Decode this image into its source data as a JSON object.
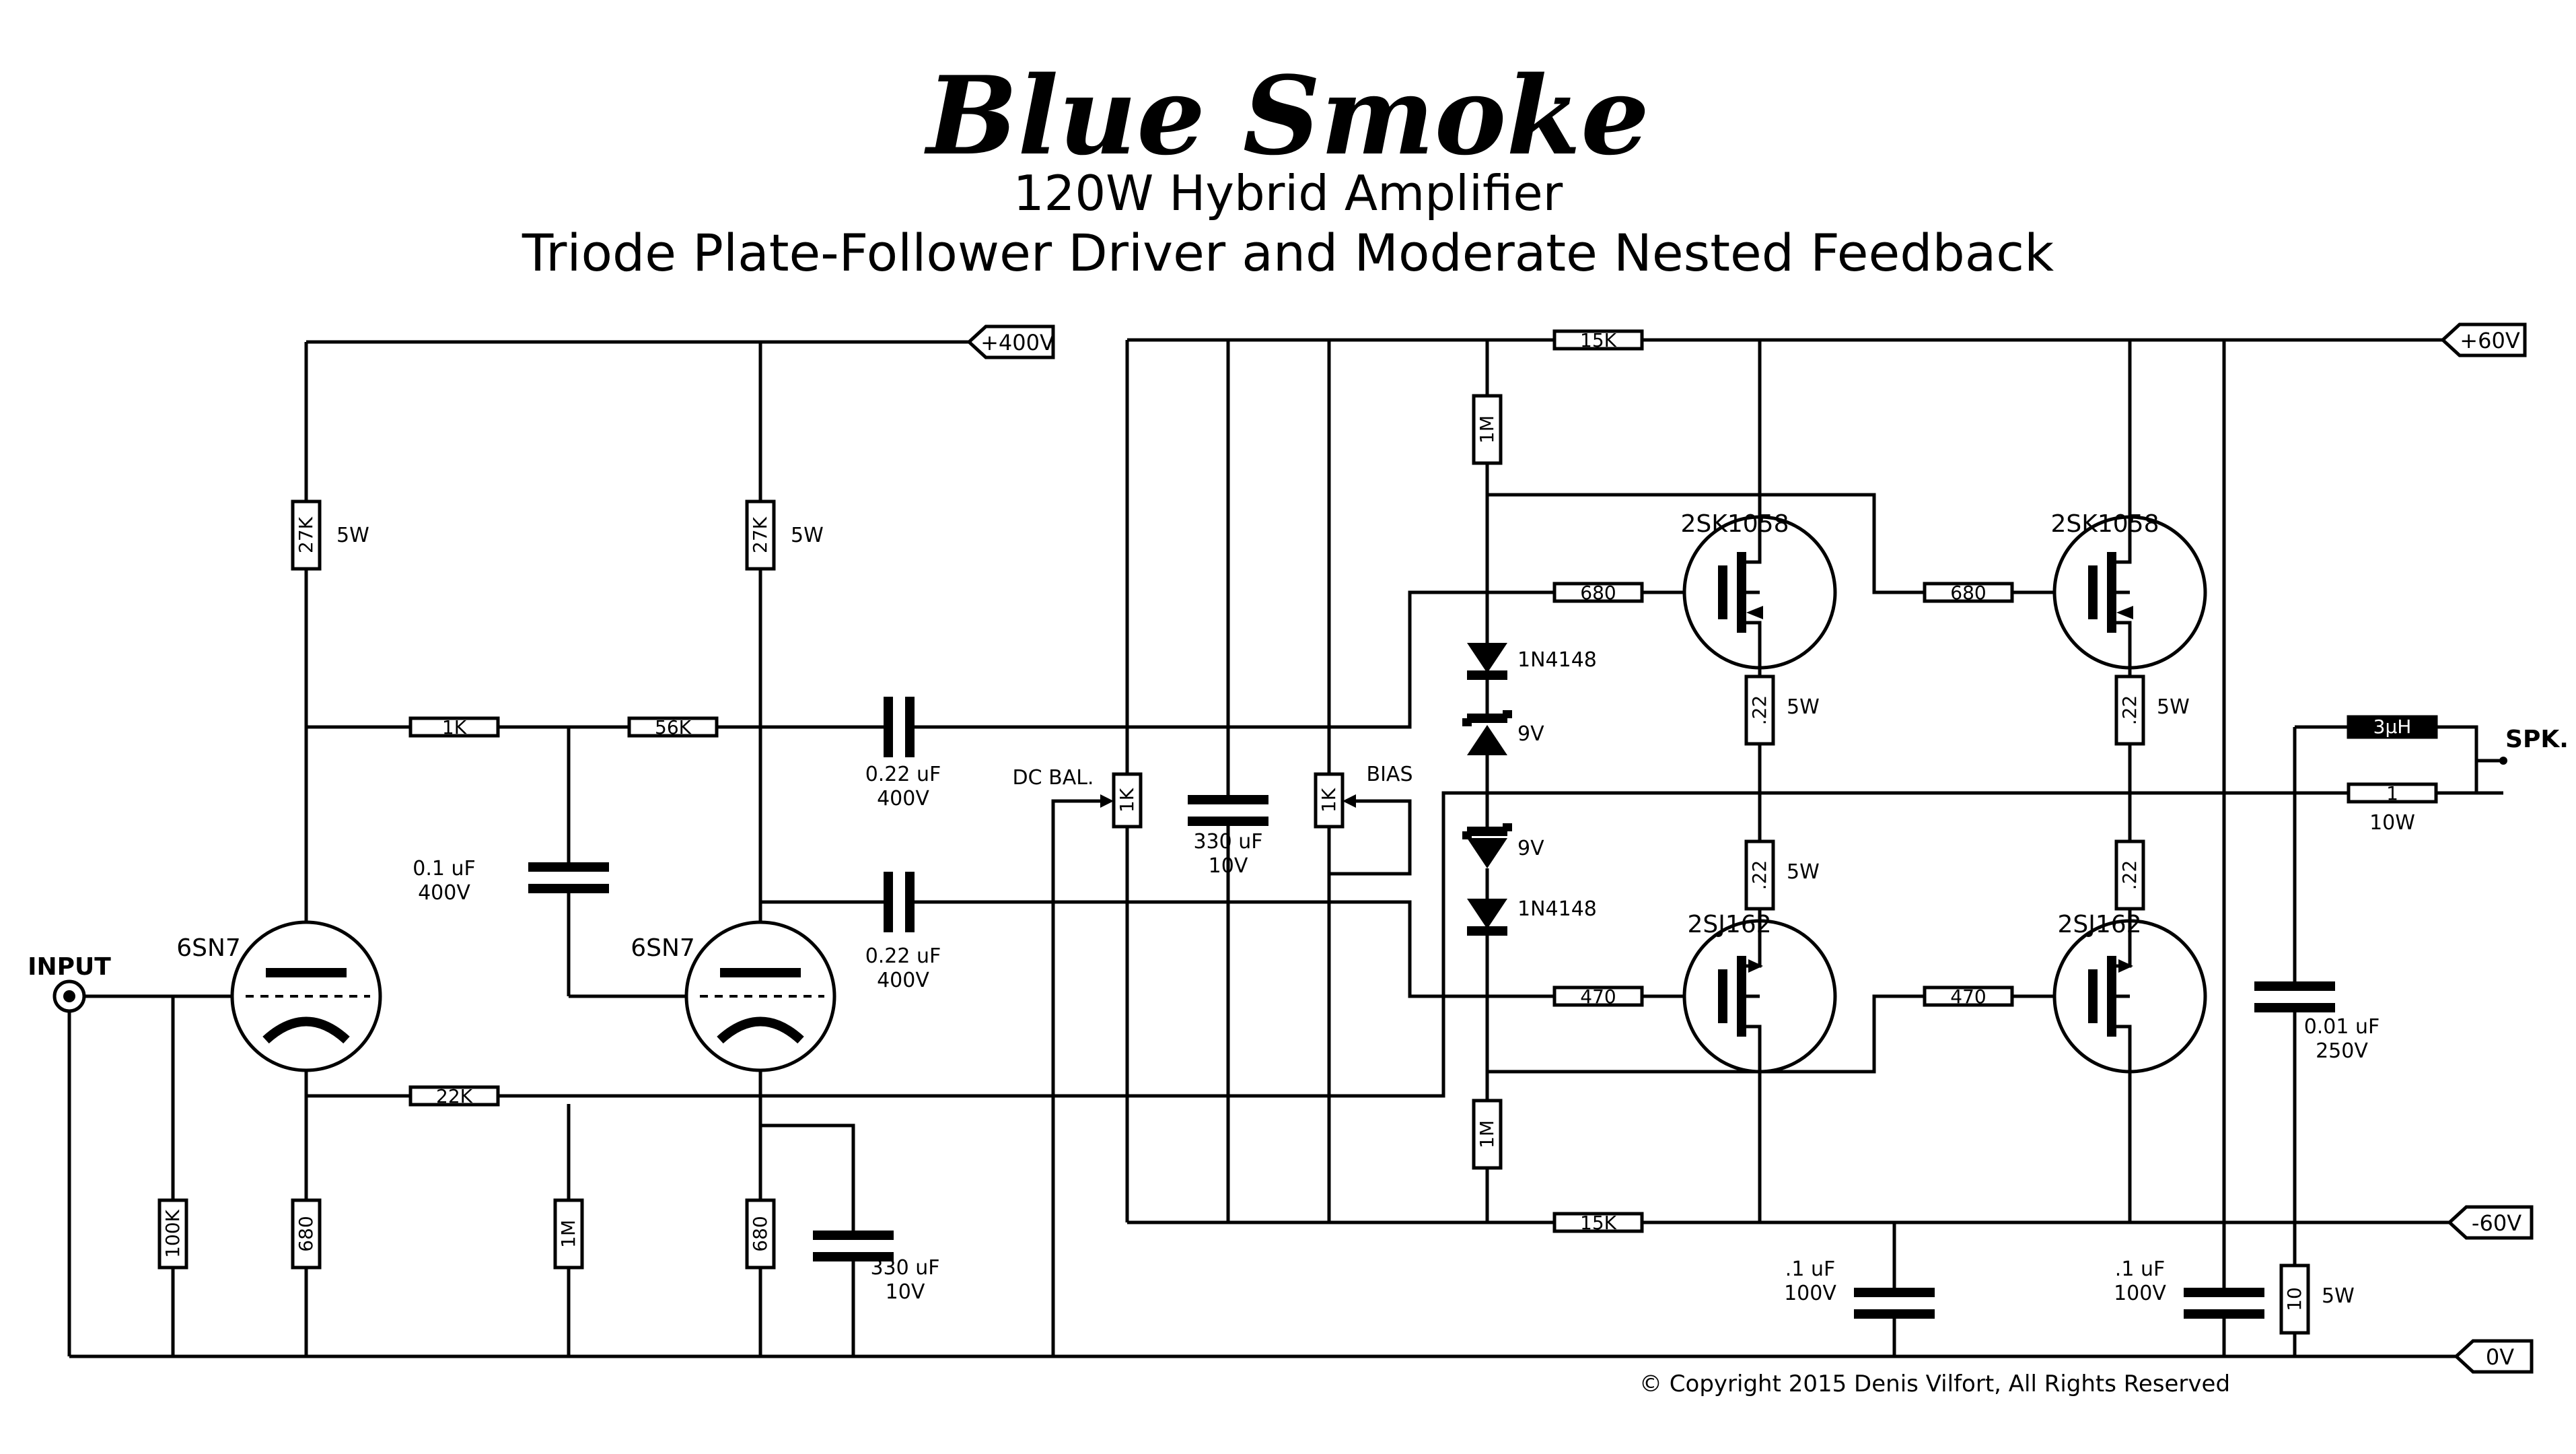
{
  "title": "Blue Smoke",
  "subtitle1": "120W Hybrid Amplifier",
  "subtitle2": "Triode Plate-Follower Driver and Moderate Nested Feedback",
  "copyright": "© Copyright 2015 Denis Vilfort, All Rights Reserved",
  "rails": {
    "plus400": "+400V",
    "plus60": "+60V",
    "minus60": "-60V",
    "zero": "0V"
  },
  "labels": {
    "input": "INPUT",
    "spk": "SPK.",
    "tube1": "6SN7",
    "tube2": "6SN7",
    "dc_bal": "DC BAL.",
    "bias": "BIAS",
    "q1": "2SK1058",
    "q2": "2SK1058",
    "q3": "2SJ162",
    "q4": "2SJ162",
    "d1": "1N4148",
    "d2": "9V",
    "d3": "9V",
    "d4": "1N4148"
  },
  "resistors": {
    "r27k_a": "27K",
    "r27k_a_w": "5W",
    "r27k_b": "27K",
    "r27k_b_w": "5W",
    "r1k": "1K",
    "r56k": "56K",
    "r22k": "22K",
    "r100k": "100K",
    "r680_a": "680",
    "r1m_a": "1M",
    "r680_b": "680",
    "pot_dc": "1K",
    "pot_bias": "1K",
    "r1m_top": "1M",
    "r1m_bot": "1M",
    "r15k_top": "15K",
    "r15k_bot": "15K",
    "r680_g1": "680",
    "r680_g2": "680",
    "r470_g1": "470",
    "r470_g2": "470",
    "rs1": ".22",
    "rs1_w": "5W",
    "rs2": ".22",
    "rs2_w": "5W",
    "rs3": ".22",
    "rs3_w": "5W",
    "rs4": ".22",
    "r1_out": "1",
    "r1_out_w": "10W",
    "r10": "10",
    "r10_w": "5W",
    "l_out": "3µH"
  },
  "capacitors": {
    "c1": [
      "0.22 uF",
      "400V"
    ],
    "c2": [
      "0.22 uF",
      "400V"
    ],
    "c3": [
      "0.1 uF",
      "400V"
    ],
    "c4": [
      "330 uF",
      "10V"
    ],
    "c5": [
      "330 uF",
      "10V"
    ],
    "c6": [
      ".1 uF",
      "100V"
    ],
    "c7": [
      ".1 uF",
      "100V"
    ],
    "c8": [
      "0.01 uF",
      "250V"
    ]
  }
}
